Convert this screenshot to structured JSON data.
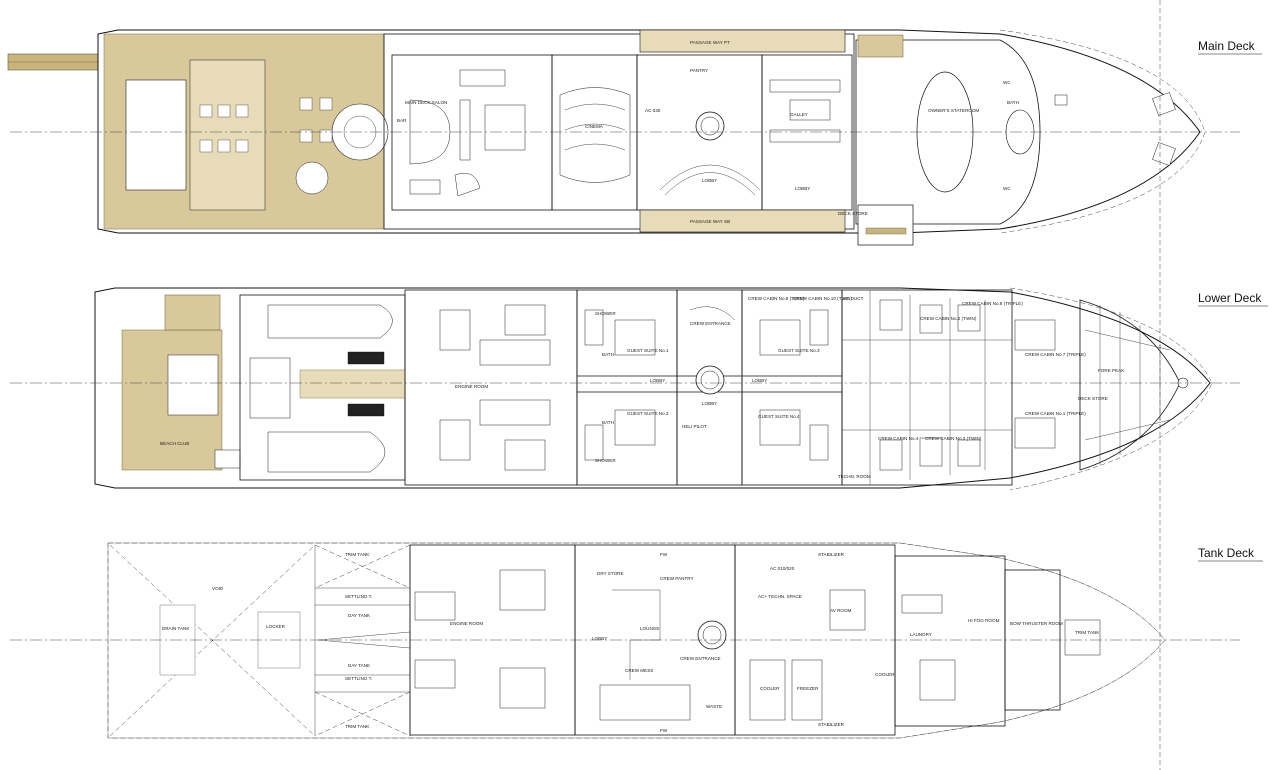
{
  "decks": {
    "main": {
      "title": "Main Deck",
      "labels": {
        "passage_pt": "PASSAGE WAY PT",
        "passage_sb": "PASSAGE WAY SB",
        "pantry": "PANTRY",
        "galley": "GALLEY",
        "lobby": "LOBBY",
        "lobby2": "LOBBY",
        "cinema": "CINEMA",
        "salon": "MAIN DECK SALON",
        "bar": "BAR",
        "owners": "OWNER'S STATEROOM",
        "ac": "AC 030",
        "deck_store": "DECK STORE",
        "bath": "BATH",
        "wc1": "WC",
        "wc2": "WC"
      }
    },
    "lower": {
      "title": "Lower Deck",
      "labels": {
        "beach_club": "BEACH CLUB",
        "engine_room": "ENGINE ROOM",
        "shower1": "SHOWER",
        "shower2": "SHOWER",
        "bath1": "BATH",
        "bath2": "BATH",
        "guest1": "GUEST SUITE No.1",
        "guest2": "GUEST SUITE No.2",
        "guest3": "GUEST SUITE No.3",
        "guest4": "GUEST SUITE No.4",
        "lobby1": "LOBBY",
        "lobby2": "LOBBY",
        "lobby3": "LOBBY",
        "crew_entrance": "CREW ENTRANCE",
        "heli_pilot": "HELI PILOT",
        "crew_cabin_9": "CREW CABIN No.9 (TWIN)",
        "crew_cabin_10": "CREW CABIN No.10 (TWIN)",
        "ac_duct": "AC DUCT",
        "crew_cabin_1": "CREW CABIN No.1 (TRIPLE)",
        "crew_cabin_2": "CREW CABIN No.2 (TWIN)",
        "crew_cabin_3": "CREW CABIN No.3 (TWIN)",
        "crew_cabin_4": "CREW CABIN No.4",
        "crew_cabin_7": "CREW CABIN No.7 (TRIPLE)",
        "crew_cabin_8": "CREW CABIN No.8 (TRIPLE)",
        "fore_peak": "FORE PEAK",
        "deck_store": "DECK STORE",
        "techn_room": "TECHN. ROOM"
      }
    },
    "tank": {
      "title": "Tank Deck",
      "labels": {
        "void": "VOID",
        "locker": "LOCKER",
        "drain_tank": "DRAIN TANK",
        "trim_tank_pt": "TRIM TANK",
        "trim_tank_sb": "TRIM TANK",
        "settling_pt": "SETTLING T.",
        "settling_sb": "SETTLING T.",
        "day_tank_pt": "DAY TANK",
        "day_tank_sb": "DAY TANK",
        "engine_room": "ENGINE ROOM",
        "fw_pt": "FW",
        "fw_sb": "FW",
        "dry_store": "DRY STORE",
        "crew_pantry": "CREW PANTRY",
        "lobby": "LOBBY",
        "lounge": "LOUNGE",
        "crew_mess": "CREW MESS",
        "crew_entrance": "CREW ENTRANCE",
        "waste": "WASTE",
        "cooler1": "COOLER",
        "freezer": "FREEZER",
        "ac": "AC 010/020",
        "techn_space": "AC+ TECHN. SPACE",
        "av_room": "AV ROOM",
        "stabilizer_pt": "STABILIZER",
        "stabilizer_sb": "STABILIZER",
        "laundry": "LAUNDRY",
        "cooler2": "COOLER",
        "hifog": "HI FOG ROOM",
        "bow_thruster": "BOW THRUSTER ROOM",
        "trim_tank_fwd": "TRIM TANK"
      }
    }
  }
}
